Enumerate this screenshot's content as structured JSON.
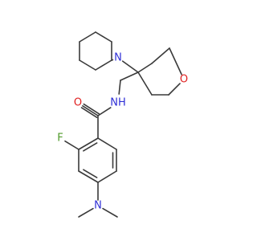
{
  "colors": {
    "bond": "#3a3a3a",
    "N": "#2f2fd6",
    "O": "#e02020",
    "F": "#4f9a2a",
    "background": "#ffffff"
  },
  "atoms": [
    {
      "id": "N_pip",
      "label": "N",
      "element": "N"
    },
    {
      "id": "O_oxane",
      "label": "O",
      "element": "O"
    },
    {
      "id": "O_carbonyl",
      "label": "O",
      "element": "O"
    },
    {
      "id": "N_amide",
      "label": "NH",
      "element": "N"
    },
    {
      "id": "F",
      "label": "F",
      "element": "F"
    },
    {
      "id": "N_dimethyl",
      "label": "N",
      "element": "N"
    }
  ]
}
